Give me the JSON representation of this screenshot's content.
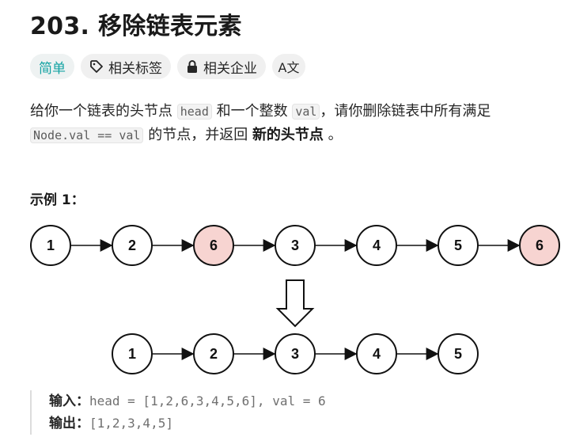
{
  "problem": {
    "title": "203. 移除链表元素",
    "tags": {
      "difficulty": "简单",
      "topics": "相关标签",
      "companies": "相关企业",
      "translate": "A文"
    },
    "description": {
      "p1": "给你一个链表的头节点",
      "code_head": "head",
      "p2": "和一个整数",
      "code_val": "val",
      "p3": "，请你删除链表中所有满足",
      "code_cond": "Node.val == val",
      "p4": "的节点，并返回",
      "bold": "新的头节点",
      "p5": "。"
    },
    "example": {
      "title": "示例 1：",
      "input_list": [
        "1",
        "2",
        "6",
        "3",
        "4",
        "5",
        "6"
      ],
      "output_list": [
        "1",
        "2",
        "3",
        "4",
        "5"
      ],
      "input_label": "输入：",
      "input_value": "head = [1,2,6,3,4,5,6], val = 6",
      "output_label": "输出：",
      "output_value": "[1,2,3,4,5]"
    }
  },
  "colors": {
    "difficulty": "#14a3a3",
    "removed_node": "#f7d4d1",
    "node_fill": "#ffffff"
  }
}
